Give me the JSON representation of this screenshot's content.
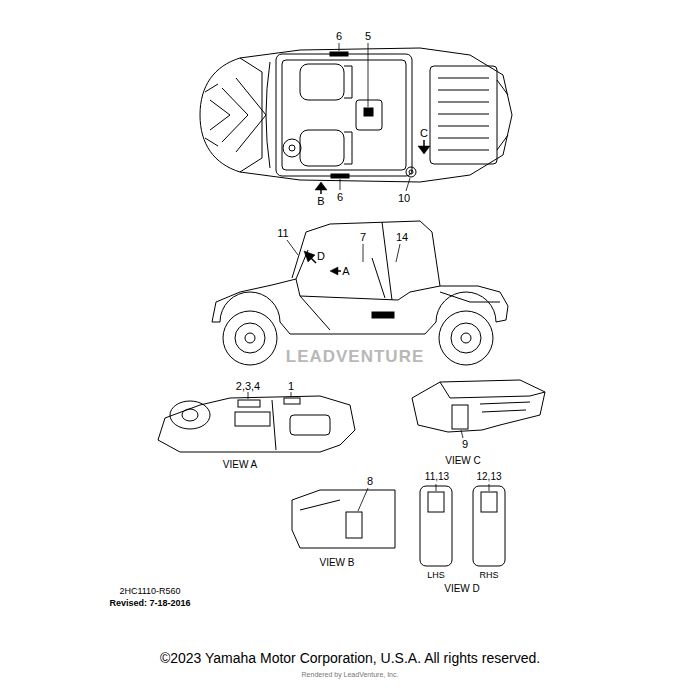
{
  "diagram": {
    "caption": "©2023 Yamaha Motor Corporation, U.S.A. All rights reserved.",
    "labels": [
      "6",
      "5",
      "C",
      "B",
      "6",
      "10",
      "11",
      "7",
      "14",
      "D",
      "A",
      "2,3,4",
      "1",
      "VIEW A",
      "9",
      "VIEW C",
      "8",
      "VIEW B",
      "11,13",
      "12,13",
      "LHS",
      "RHS",
      "VIEW D",
      "2HC1110-R560",
      "Revised: 7-18-2016",
      "LEADVENTURE",
      "Rendered by LeadVenture, Inc."
    ]
  }
}
